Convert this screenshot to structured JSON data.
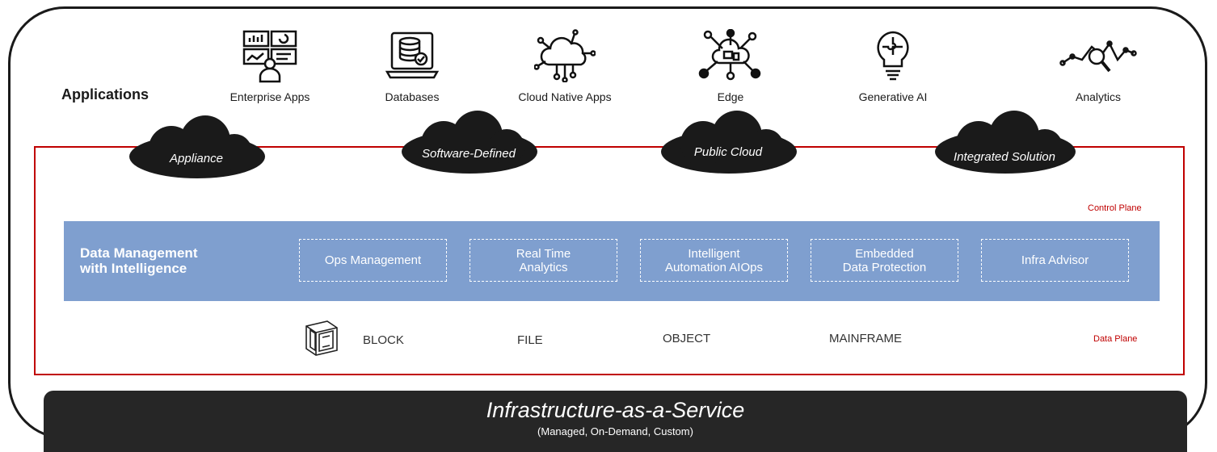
{
  "applications": {
    "heading": "Applications",
    "items": [
      {
        "label": "Enterprise Apps",
        "icon": "dashboard-monitor-icon"
      },
      {
        "label": "Databases",
        "icon": "database-laptop-icon"
      },
      {
        "label": "Cloud Native Apps",
        "icon": "cloud-network-icon"
      },
      {
        "label": "Edge",
        "icon": "edge-network-icon"
      },
      {
        "label": "Generative AI",
        "icon": "lightbulb-puzzle-icon"
      },
      {
        "label": "Analytics",
        "icon": "analytics-magnifier-icon"
      }
    ]
  },
  "deployment_models": [
    "Appliance",
    "Software-Defined",
    "Public Cloud",
    "Integrated Solution"
  ],
  "control_plane_label": "Control Plane",
  "data_plane_label": "Data Plane",
  "data_management": {
    "title_line1": "Data Management",
    "title_line2": "with Intelligence",
    "capabilities": [
      {
        "line1": "Ops Management",
        "line2": ""
      },
      {
        "line1": "Real Time",
        "line2": "Analytics"
      },
      {
        "line1": "Intelligent",
        "line2": "Automation AIOps"
      },
      {
        "line1": "Embedded",
        "line2": "Data Protection"
      },
      {
        "line1": "Infra Advisor",
        "line2": ""
      }
    ]
  },
  "storage_types": [
    "BLOCK",
    "FILE",
    "OBJECT",
    "MAINFRAME"
  ],
  "iaas": {
    "title": "Infrastructure-as-a-Service",
    "subtitle": "(Managed, On-Demand, Custom)"
  },
  "colors": {
    "accent_red": "#c00000",
    "band_blue": "#7f9fcf",
    "dark": "#262626"
  }
}
